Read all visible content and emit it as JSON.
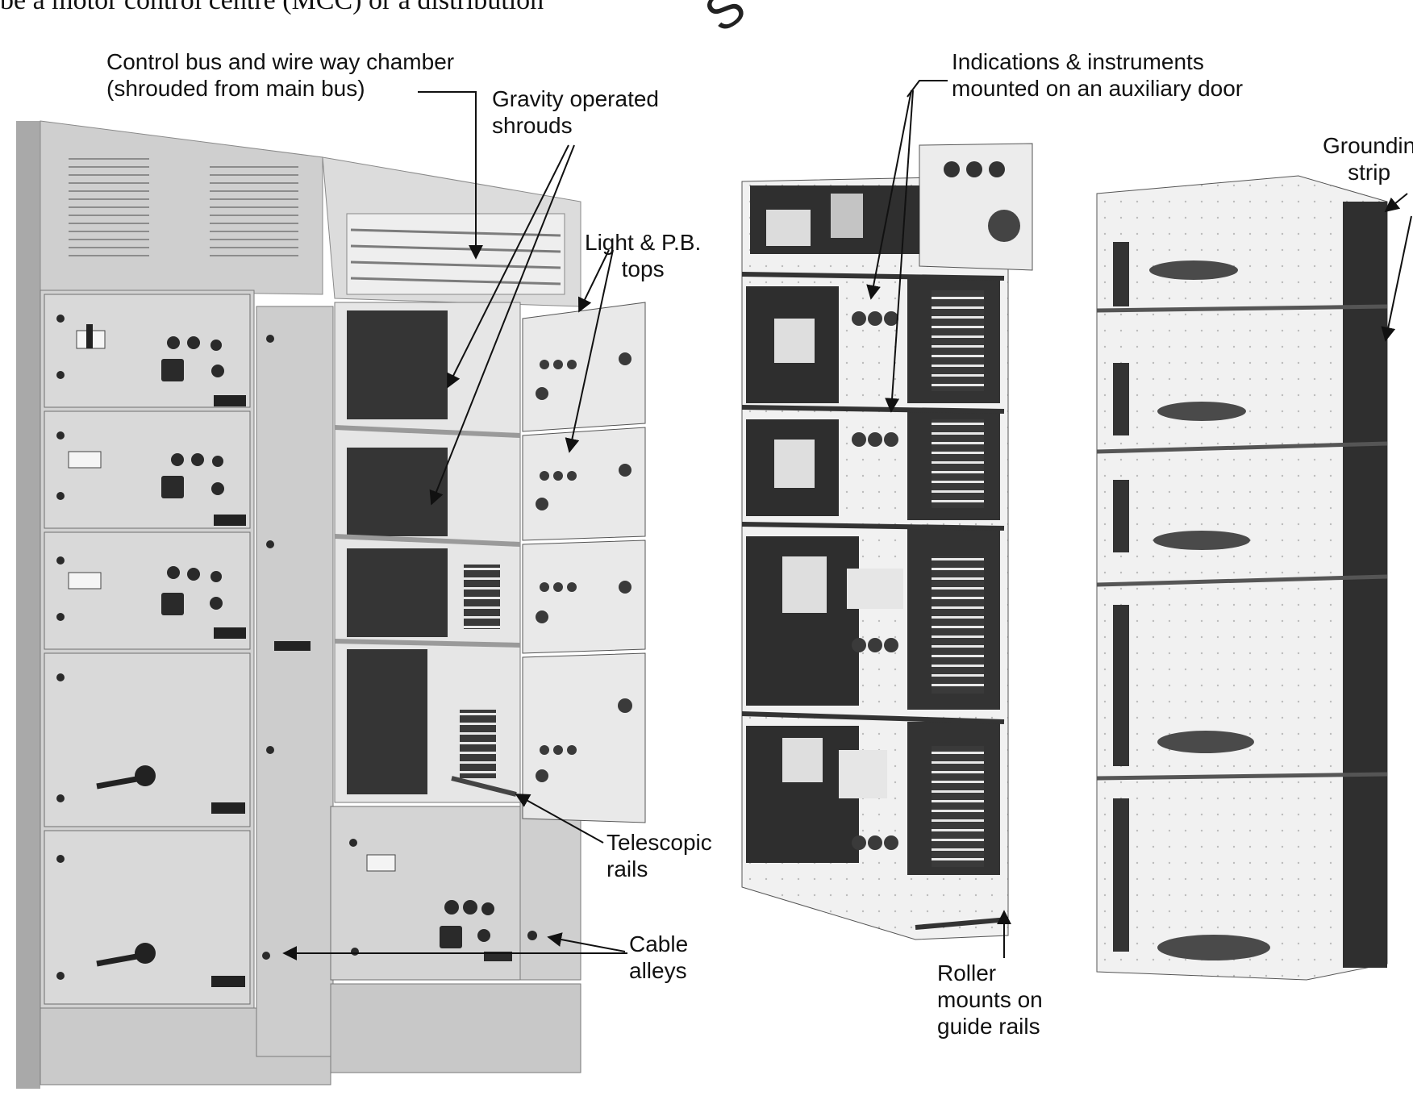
{
  "caption_top_cut": "be a motor control centre (MCC) or a distribution",
  "watermark": "S E",
  "colors": {
    "panel_light": "#d8d8d8",
    "panel_mid": "#bdbdbd",
    "panel_dark": "#2a2a2a",
    "frame": "#f2f2f2",
    "ink": "#111111"
  },
  "labels": {
    "control_bus_line1": "Control bus and wire way chamber",
    "control_bus_line2": "(shrouded from main bus)",
    "gravity_line1": "Gravity operated",
    "gravity_line2": "shrouds",
    "light_pb_line1": "Light & P.B.",
    "light_pb_line2": "tops",
    "indications_line1": "Indications & instruments",
    "indications_line2": "mounted on an auxiliary door",
    "grounding_line1": "Groundin",
    "grounding_line2": "strip",
    "telescopic_line1": "Telescopic",
    "telescopic_line2": "rails",
    "cable_line1": "Cable",
    "cable_line2": "alleys",
    "roller_line1": "Roller",
    "roller_line2": "mounts on",
    "roller_line3": "guide rails"
  }
}
